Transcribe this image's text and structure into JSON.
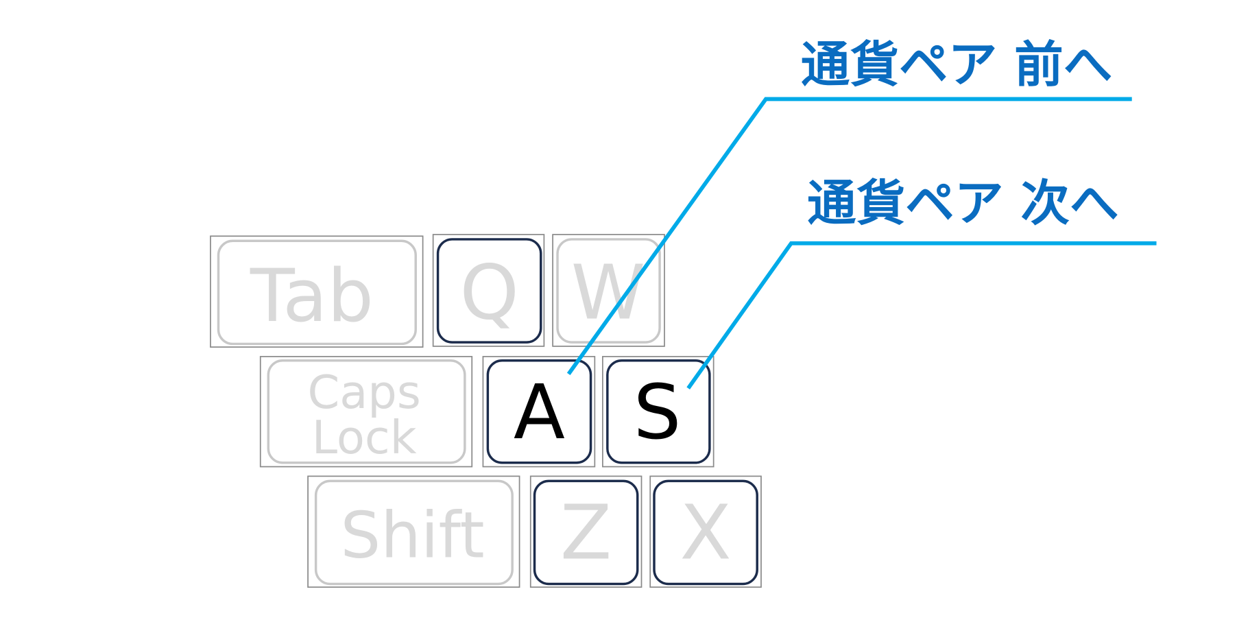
{
  "keys": {
    "tab": "Tab",
    "q": "Q",
    "w": "W",
    "caps_line1": "Caps",
    "caps_line2": "Lock",
    "a": "A",
    "s": "S",
    "shift": "Shift",
    "z": "Z",
    "x": "X"
  },
  "callouts": {
    "prev": "通貨ペア 前へ",
    "next": "通貨ペア 次へ"
  },
  "colors": {
    "accent": "#0a6cc0",
    "line": "#00aae8",
    "key_border_active": "#1c2c4c",
    "key_text_inactive": "#d9d9d9"
  }
}
